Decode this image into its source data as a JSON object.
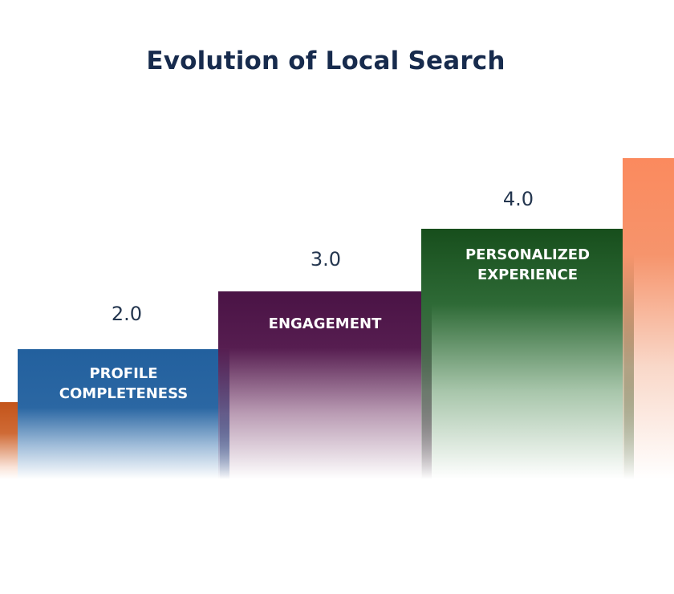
{
  "title": "Evolution of Local Search",
  "steps": [
    {
      "version": "",
      "label": "",
      "color": "#c3541a"
    },
    {
      "version": "2.0",
      "label": "PROFILE\nCOMPLETENESS",
      "color": "#22609e"
    },
    {
      "version": "3.0",
      "label": "ENGAGEMENT",
      "color": "#4a1345"
    },
    {
      "version": "4.0",
      "label": "PERSONALIZED\nEXPERIENCE",
      "color": "#174e1c"
    },
    {
      "version": "",
      "label": "",
      "color": "#fb8a5e"
    }
  ]
}
